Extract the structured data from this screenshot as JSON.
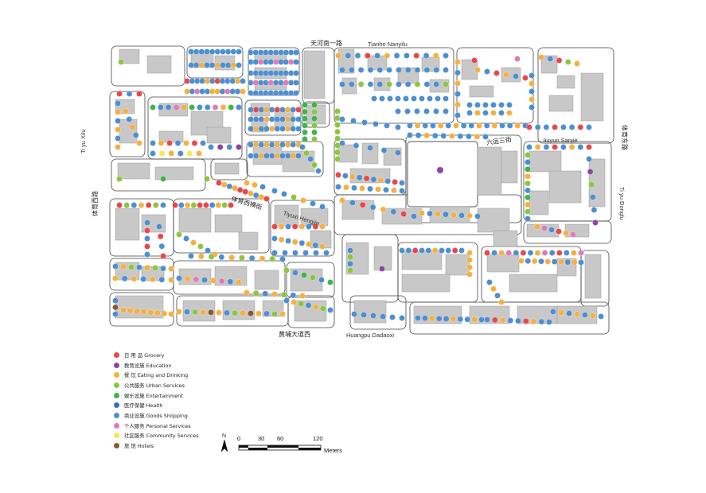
{
  "streets": {
    "tianhe_nan_yilu_cn": "天河南一路",
    "tianhe_nan_yilu_en": "Tianhe Nanyilu",
    "tiyu_xilu_cn": "体育西路",
    "tiyu_xilu_en": "Ti yu Xilu",
    "tiyu_donglu_cn": "体育东路",
    "tiyu_donglu_en": "Ti yu Donglu",
    "liuyun_sanjie_cn": "六运三街",
    "liuyun_sanjie_en": "liuyun Sanjie",
    "tiyu_hengjie_cn": "体育西横街",
    "tiyu_hengjie_en": "Tiyuxi Hengjie",
    "huangpu_dadaoxi_cn": "黄埔大道西",
    "huangpu_dadaoxi_en": "Huangpu Dadaoxi"
  },
  "legend": [
    {
      "label": "日 用  品  Grocery",
      "color": "#e8474c"
    },
    {
      "label": "教育设施  Education",
      "color": "#8e44a0"
    },
    {
      "label": "餐      饮  Eating and Drinking",
      "color": "#f5b041"
    },
    {
      "label": "公共服务  Urban Services",
      "color": "#8cc63f"
    },
    {
      "label": "娱乐设施  Entertainment",
      "color": "#3fb54a"
    },
    {
      "label": "医疗保健 Health",
      "color": "#3d6fb6"
    },
    {
      "label": "商业设施 Goods Shopping",
      "color": "#4d8fd1"
    },
    {
      "label": "个人服务 Personal Services",
      "color": "#e07bb8"
    },
    {
      "label": "社区服务 Community Services",
      "color": "#f1ea56"
    },
    {
      "label": "旅      馆 Hotels",
      "color": "#8b5a2b"
    }
  ],
  "scale": {
    "north": "N",
    "ticks": [
      "0",
      "30",
      "60",
      "120"
    ],
    "unit": "Meters"
  }
}
